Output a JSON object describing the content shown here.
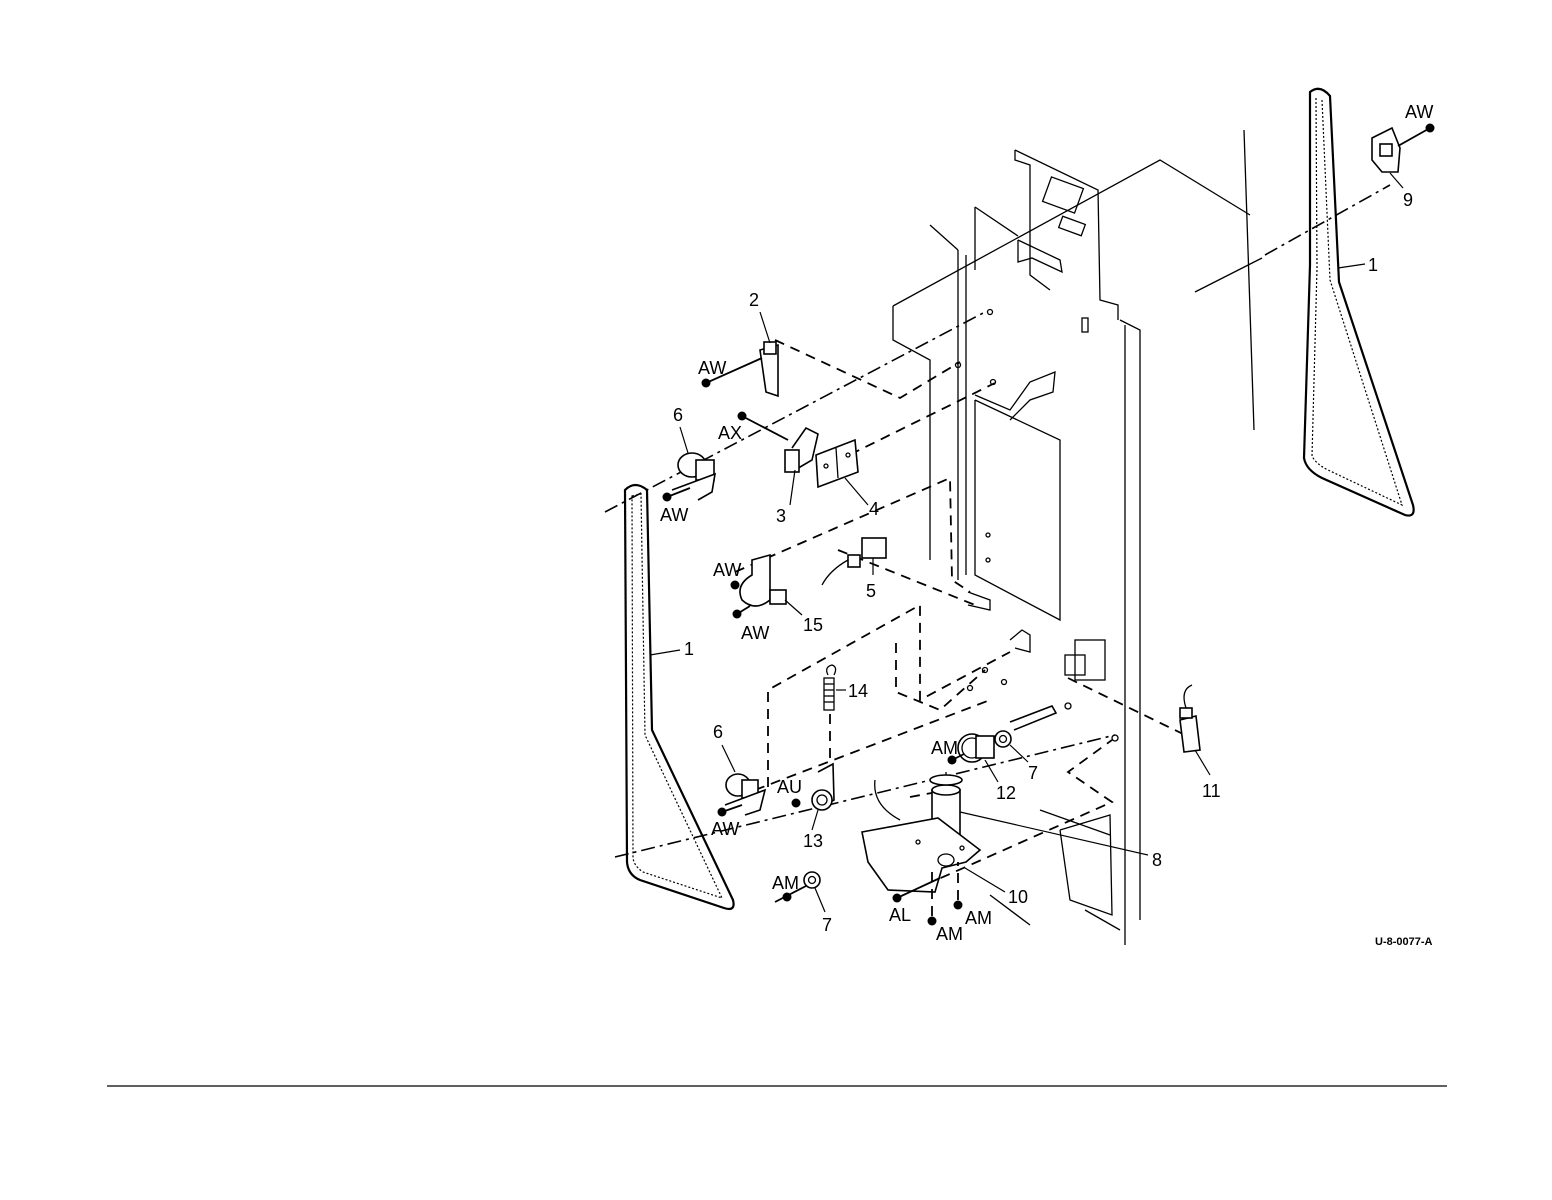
{
  "figure": {
    "id": "U-8-0077-A"
  },
  "callouts": {
    "belt_right": "1",
    "belt_left": "1",
    "bracket_top": "2",
    "switch_arm": "3",
    "plate": "4",
    "sensor_mid": "5",
    "pulley_upper": "6",
    "pulley_lower": "6",
    "bearing_right": "7",
    "bearing_left": "7",
    "motor": "8",
    "clamp_top": "9",
    "motor_bracket": "10",
    "sensor_right": "11",
    "gear": "12",
    "tensioner": "13",
    "spring": "14",
    "holder": "15"
  },
  "fasteners": {
    "aw_top_right": "AW",
    "aw_bracket": "AW",
    "ax_switch": "AX",
    "aw_pulley_upper": "AW",
    "aw_holder_top": "AW",
    "aw_holder_bottom": "AW",
    "am_gear": "AM",
    "au_tensioner": "AU",
    "aw_pulley_lower": "AW",
    "am_bearing": "AM",
    "al_motor": "AL",
    "am_motor_a": "AM",
    "am_motor_b": "AM"
  }
}
